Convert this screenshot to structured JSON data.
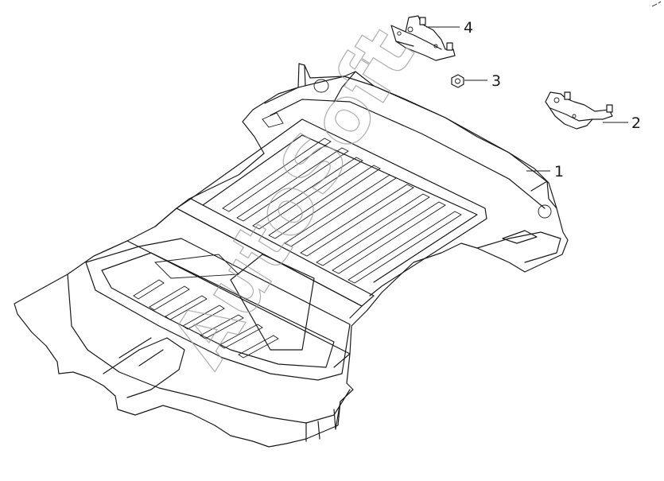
{
  "watermark": {
    "text": "AutoSoft"
  },
  "callouts": [
    {
      "id": "1",
      "label": "1"
    },
    {
      "id": "2",
      "label": "2"
    },
    {
      "id": "3",
      "label": "3"
    },
    {
      "id": "4",
      "label": "4"
    }
  ],
  "colors": {
    "line": "#1a1a1a",
    "watermark": "#9a9a9a",
    "background": "#ffffff"
  }
}
